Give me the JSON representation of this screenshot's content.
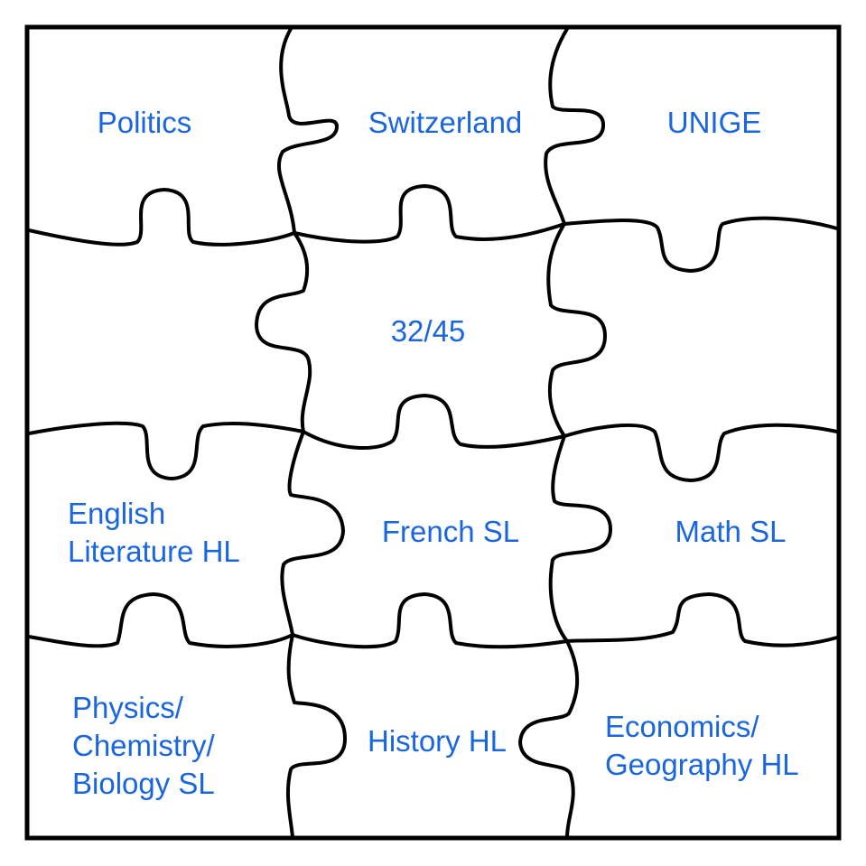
{
  "colors": {
    "label": "#1a66e0",
    "outline": "#000000",
    "background": "#ffffff"
  },
  "pieces": [
    {
      "id": "politics",
      "lines": [
        "Politics"
      ]
    },
    {
      "id": "switzerland",
      "lines": [
        "Switzerland"
      ]
    },
    {
      "id": "unige",
      "lines": [
        "UNIGE"
      ]
    },
    {
      "id": "blank-left",
      "lines": []
    },
    {
      "id": "score",
      "lines": [
        "32/45"
      ]
    },
    {
      "id": "blank-right",
      "lines": []
    },
    {
      "id": "english-literature",
      "lines": [
        "English",
        "Literature HL"
      ]
    },
    {
      "id": "french",
      "lines": [
        "French SL"
      ]
    },
    {
      "id": "math",
      "lines": [
        "Math SL"
      ]
    },
    {
      "id": "sciences",
      "lines": [
        "Physics/",
        "Chemistry/",
        "Biology SL"
      ]
    },
    {
      "id": "history",
      "lines": [
        "History HL"
      ]
    },
    {
      "id": "economics-geography",
      "lines": [
        "Economics/",
        "Geography HL"
      ]
    }
  ]
}
